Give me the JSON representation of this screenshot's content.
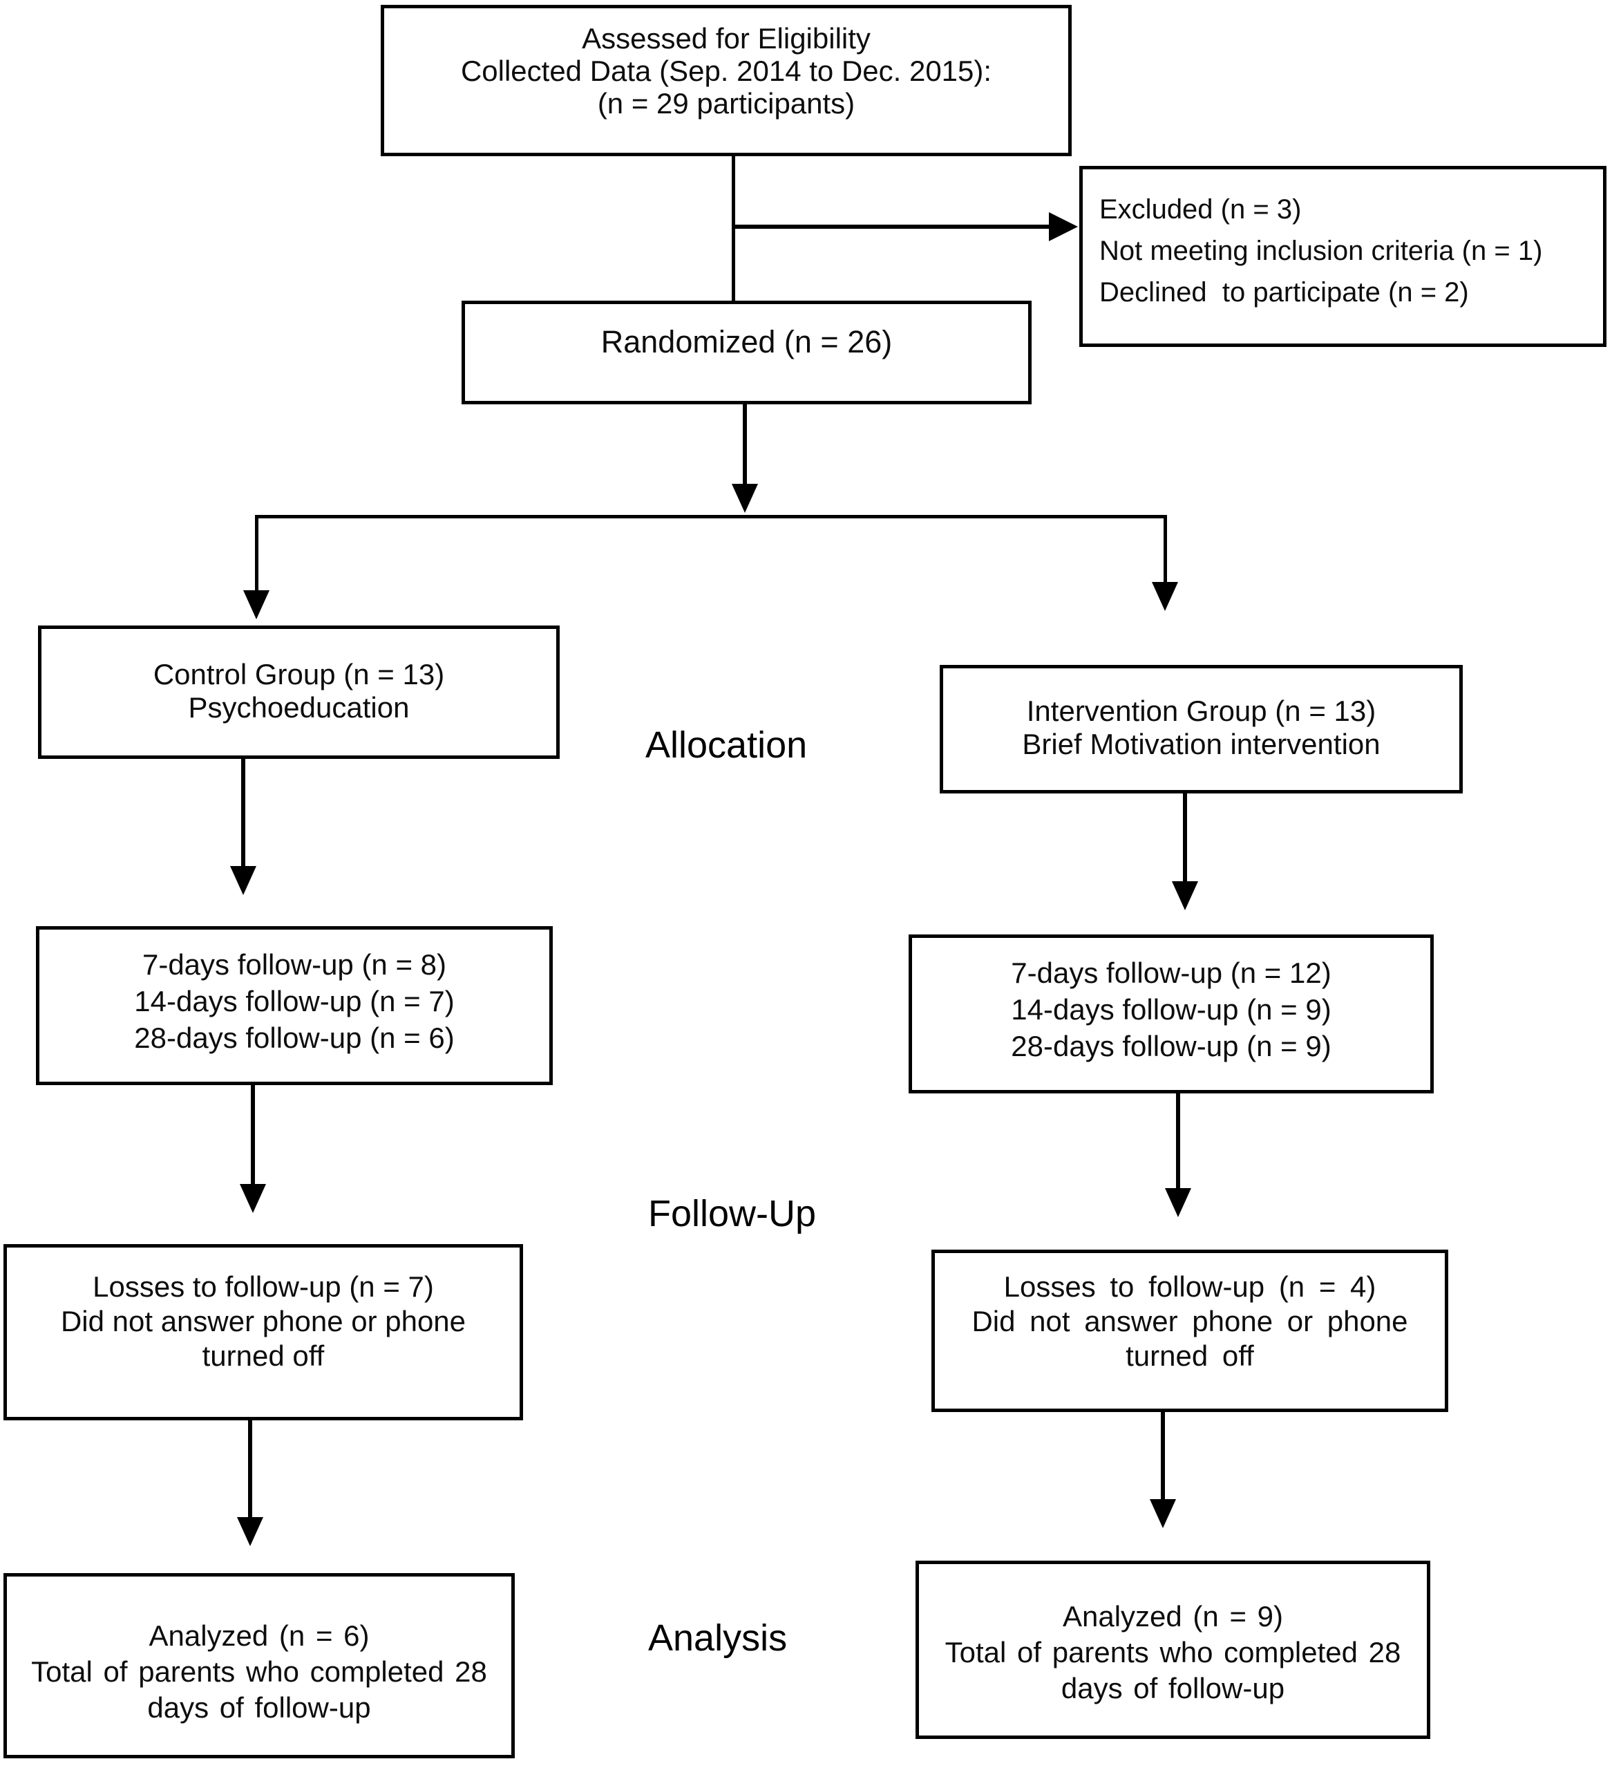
{
  "figure": {
    "type": "consort-flow-diagram",
    "colors": {
      "background": "#ffffff",
      "line": "#000000",
      "text": "#0d0d0d"
    },
    "boxes": {
      "assessed": {
        "text": "Assessed for Eligibility\nCollected Data (Sep. 2014 to Dec. 2015):\n(n = 29 participants)"
      },
      "excluded": {
        "text": "Excluded (n = 3)\nNot meeting inclusion criteria (n = 1)\nDeclined  to participate (n = 2)"
      },
      "randomized": {
        "text": "Randomized (n = 26)"
      },
      "control": {
        "text": "Control Group (n = 13)\nPsychoeducation"
      },
      "intervention": {
        "text": "Intervention Group (n = 13)\nBrief Motivation intervention"
      },
      "followup_control": {
        "text": "7-days follow-up (n = 8)\n14-days follow-up (n = 7)\n28-days follow-up (n = 6)"
      },
      "followup_intervention": {
        "text": "7-days follow-up (n = 12)\n14-days follow-up (n = 9)\n28-days follow-up (n = 9)"
      },
      "losses_control": {
        "text": "Losses to follow-up (n = 7)\nDid not answer phone or phone\nturned off"
      },
      "losses_intervention": {
        "text": "Losses to follow-up (n = 4)\nDid not answer phone or phone\nturned off"
      },
      "analyzed_control": {
        "text": "Analyzed (n = 6)\nTotal of parents who completed 28\ndays of follow-up"
      },
      "analyzed_intervention": {
        "text": "Analyzed (n = 9)\nTotal of parents who completed 28\ndays of follow-up"
      }
    },
    "stage_labels": {
      "allocation": "Allocation",
      "followup": "Follow-Up",
      "analysis": "Analysis"
    }
  }
}
